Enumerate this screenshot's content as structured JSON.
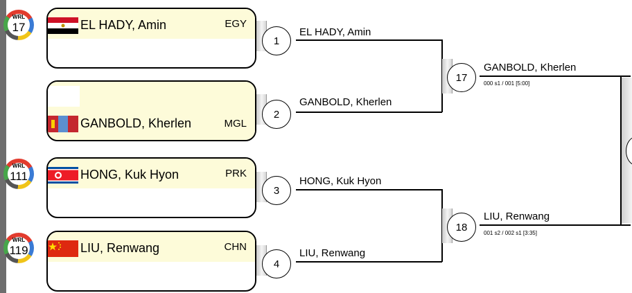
{
  "bracket": {
    "entries": [
      {
        "top": {
          "name": "EL HADY, Amin",
          "country": "EGY",
          "flag": "egypt-flag",
          "rank": "17"
        },
        "bottom": {
          "name": "",
          "country": ""
        }
      },
      {
        "top": {
          "name": "",
          "country": ""
        },
        "bottom": {
          "name": "GANBOLD, Kherlen",
          "country": "MGL",
          "flag": "mongolia-flag"
        }
      },
      {
        "top": {
          "name": "HONG, Kuk Hyon",
          "country": "PRK",
          "flag": "north-korea-flag",
          "rank": "111"
        },
        "bottom": {
          "name": "",
          "country": ""
        }
      },
      {
        "top": {
          "name": "LIU, Renwang",
          "country": "CHN",
          "flag": "china-flag",
          "rank": "119"
        },
        "bottom": {
          "name": "",
          "country": ""
        }
      }
    ],
    "rank_badge_label": "WRL",
    "round1": [
      {
        "bout": "1",
        "winner": "EL HADY, Amin"
      },
      {
        "bout": "2",
        "winner": "GANBOLD, Kherlen"
      },
      {
        "bout": "3",
        "winner": "HONG, Kuk Hyon"
      },
      {
        "bout": "4",
        "winner": "LIU, Renwang"
      }
    ],
    "round2": [
      {
        "bout": "17",
        "winner": "GANBOLD, Kherlen",
        "score": "000 s1 / 001  [5:00]"
      },
      {
        "bout": "18",
        "winner": "LIU, Renwang",
        "score": "001 s2 / 002 s1 [3:35]"
      }
    ]
  },
  "colors": {
    "entry_fill": "#fdfbd9",
    "line": "#000000",
    "rail": "#6e6e6e"
  }
}
